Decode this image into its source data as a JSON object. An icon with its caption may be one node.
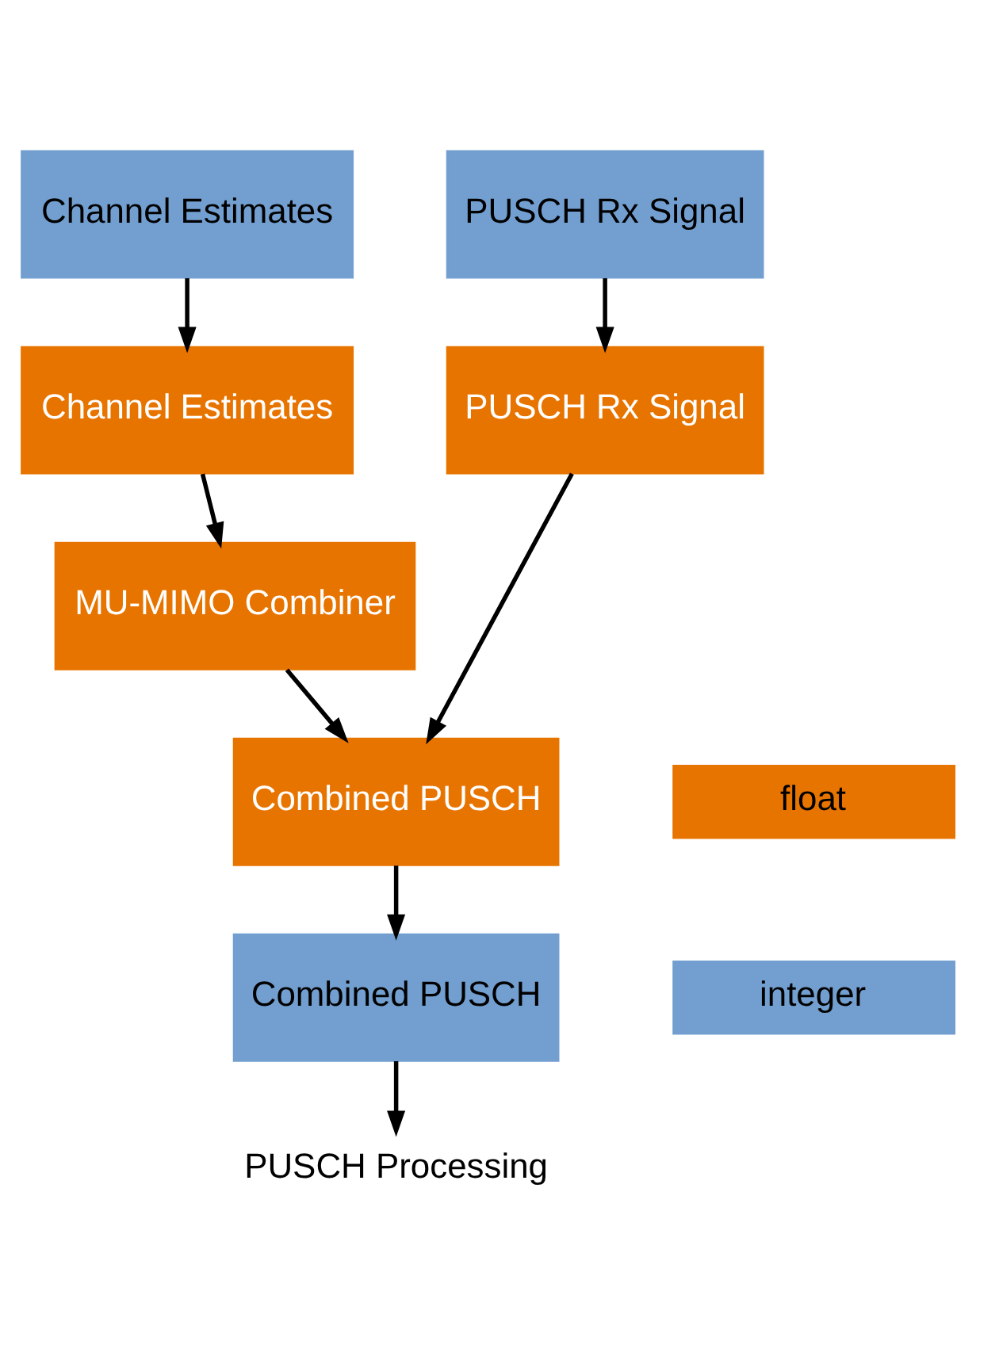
{
  "diagram": {
    "nodes": [
      {
        "text": [
          "Channel Estimates"
        ]
      },
      {
        "text": [
          "PUSCH Rx Signal"
        ]
      },
      {
        "text": [
          "Channel Estimates"
        ]
      },
      {
        "text": [
          "PUSCH Rx Signal"
        ]
      },
      {
        "text": [
          "MU-MIMO Combiner"
        ]
      },
      {
        "text": [
          "Combined PUSCH"
        ]
      },
      {
        "text": [
          "Combined PUSCH"
        ]
      },
      {
        "text": [
          "PUSCH Processing"
        ]
      }
    ],
    "edges": [
      {
        "from": 0,
        "to": 2,
        "arrow": "to"
      },
      {
        "from": 2,
        "to": 4,
        "arrow": "to"
      },
      {
        "from": 1,
        "to": 3,
        "arrow": "to"
      },
      {
        "from": 4,
        "to": 5,
        "arrow": "to"
      },
      {
        "from": 3,
        "to": 5,
        "arrow": "to"
      },
      {
        "from": 5,
        "to": 6,
        "arrow": "to"
      },
      {
        "from": 6,
        "to": 7,
        "arrow": "to"
      }
    ],
    "legend": [
      {
        "text": "float",
        "color": "#e87400"
      },
      {
        "text": "integer",
        "color": "#729fd0"
      }
    ]
  }
}
